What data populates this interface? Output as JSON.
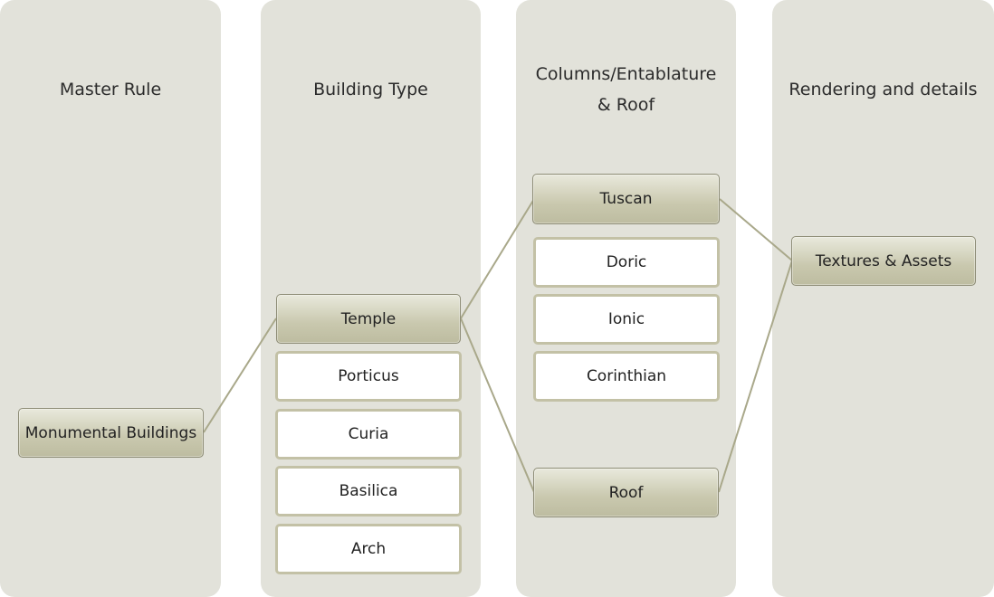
{
  "lanes": {
    "master_rule": {
      "title": "Master Rule"
    },
    "building_type": {
      "title": "Building Type"
    },
    "columns": {
      "title_line1": "Columns/Entablature",
      "title_line2": "& Roof"
    },
    "rendering": {
      "title": "Rendering and details"
    }
  },
  "nodes": {
    "monumental_buildings": "Monumental Buildings",
    "temple": "Temple",
    "porticus": "Porticus",
    "curia": "Curia",
    "basilica": "Basilica",
    "arch": "Arch",
    "tuscan": "Tuscan",
    "doric": "Doric",
    "ionic": "Ionic",
    "corinthian": "Corinthian",
    "roof": "Roof",
    "textures_assets": "Textures & Assets"
  },
  "colors": {
    "lane_bg": "#e2e2da",
    "highlight_box": "#c9c8ae",
    "box_border": "#c3c1a6",
    "connector": "#a9a88a"
  }
}
